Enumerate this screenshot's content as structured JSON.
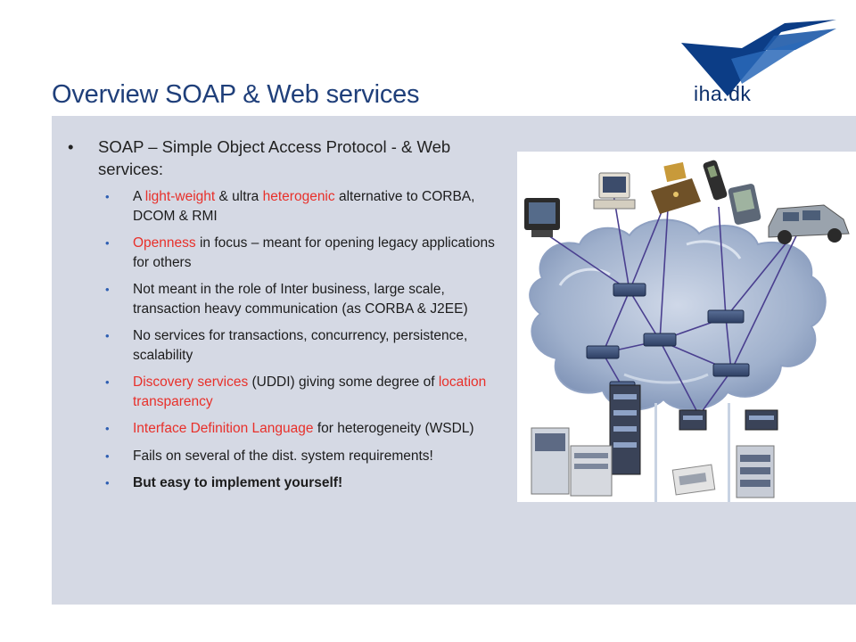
{
  "slide": {
    "title": "Overview SOAP & Web services",
    "logo_text": "iha.dk"
  },
  "main_bullet": "SOAP – Simple Object Access Protocol - & Web services:",
  "sub_items": [
    {
      "segments": [
        {
          "text": "A "
        },
        {
          "text": "light-weight",
          "color": "#e8302a"
        },
        {
          "text": " & ultra "
        },
        {
          "text": "heterogenic",
          "color": "#e8302a"
        },
        {
          "text": " alternative to CORBA, DCOM & RMI"
        }
      ]
    },
    {
      "segments": [
        {
          "text": "Openness",
          "color": "#e8302a"
        },
        {
          "text": " in focus – meant for opening legacy applications for others"
        }
      ]
    },
    {
      "segments": [
        {
          "text": "Not meant in the role of Inter business, large scale, transaction heavy communication (as CORBA & J2EE)"
        }
      ]
    },
    {
      "segments": [
        {
          "text": "No services for transactions, concurrency, persistence, scalability"
        }
      ]
    },
    {
      "segments": [
        {
          "text": "Discovery services",
          "color": "#e8302a"
        },
        {
          "text": " (UDDI) giving some degree of "
        },
        {
          "text": "location transparency",
          "color": "#e8302a"
        }
      ]
    },
    {
      "segments": [
        {
          "text": "Interface Definition Language",
          "color": "#e8302a"
        },
        {
          "text": " for heterogeneity (WSDL)"
        }
      ]
    },
    {
      "segments": [
        {
          "text": "Fails on several of the dist. system requirements!"
        }
      ]
    },
    {
      "segments": [
        {
          "text": "But easy to implement yourself!",
          "bold": true
        }
      ]
    }
  ],
  "colors": {
    "title": "#1f3f7a",
    "panel": "#d5d9e4",
    "accent_red": "#e8302a",
    "bullet_blue": "#2f5fb2"
  }
}
